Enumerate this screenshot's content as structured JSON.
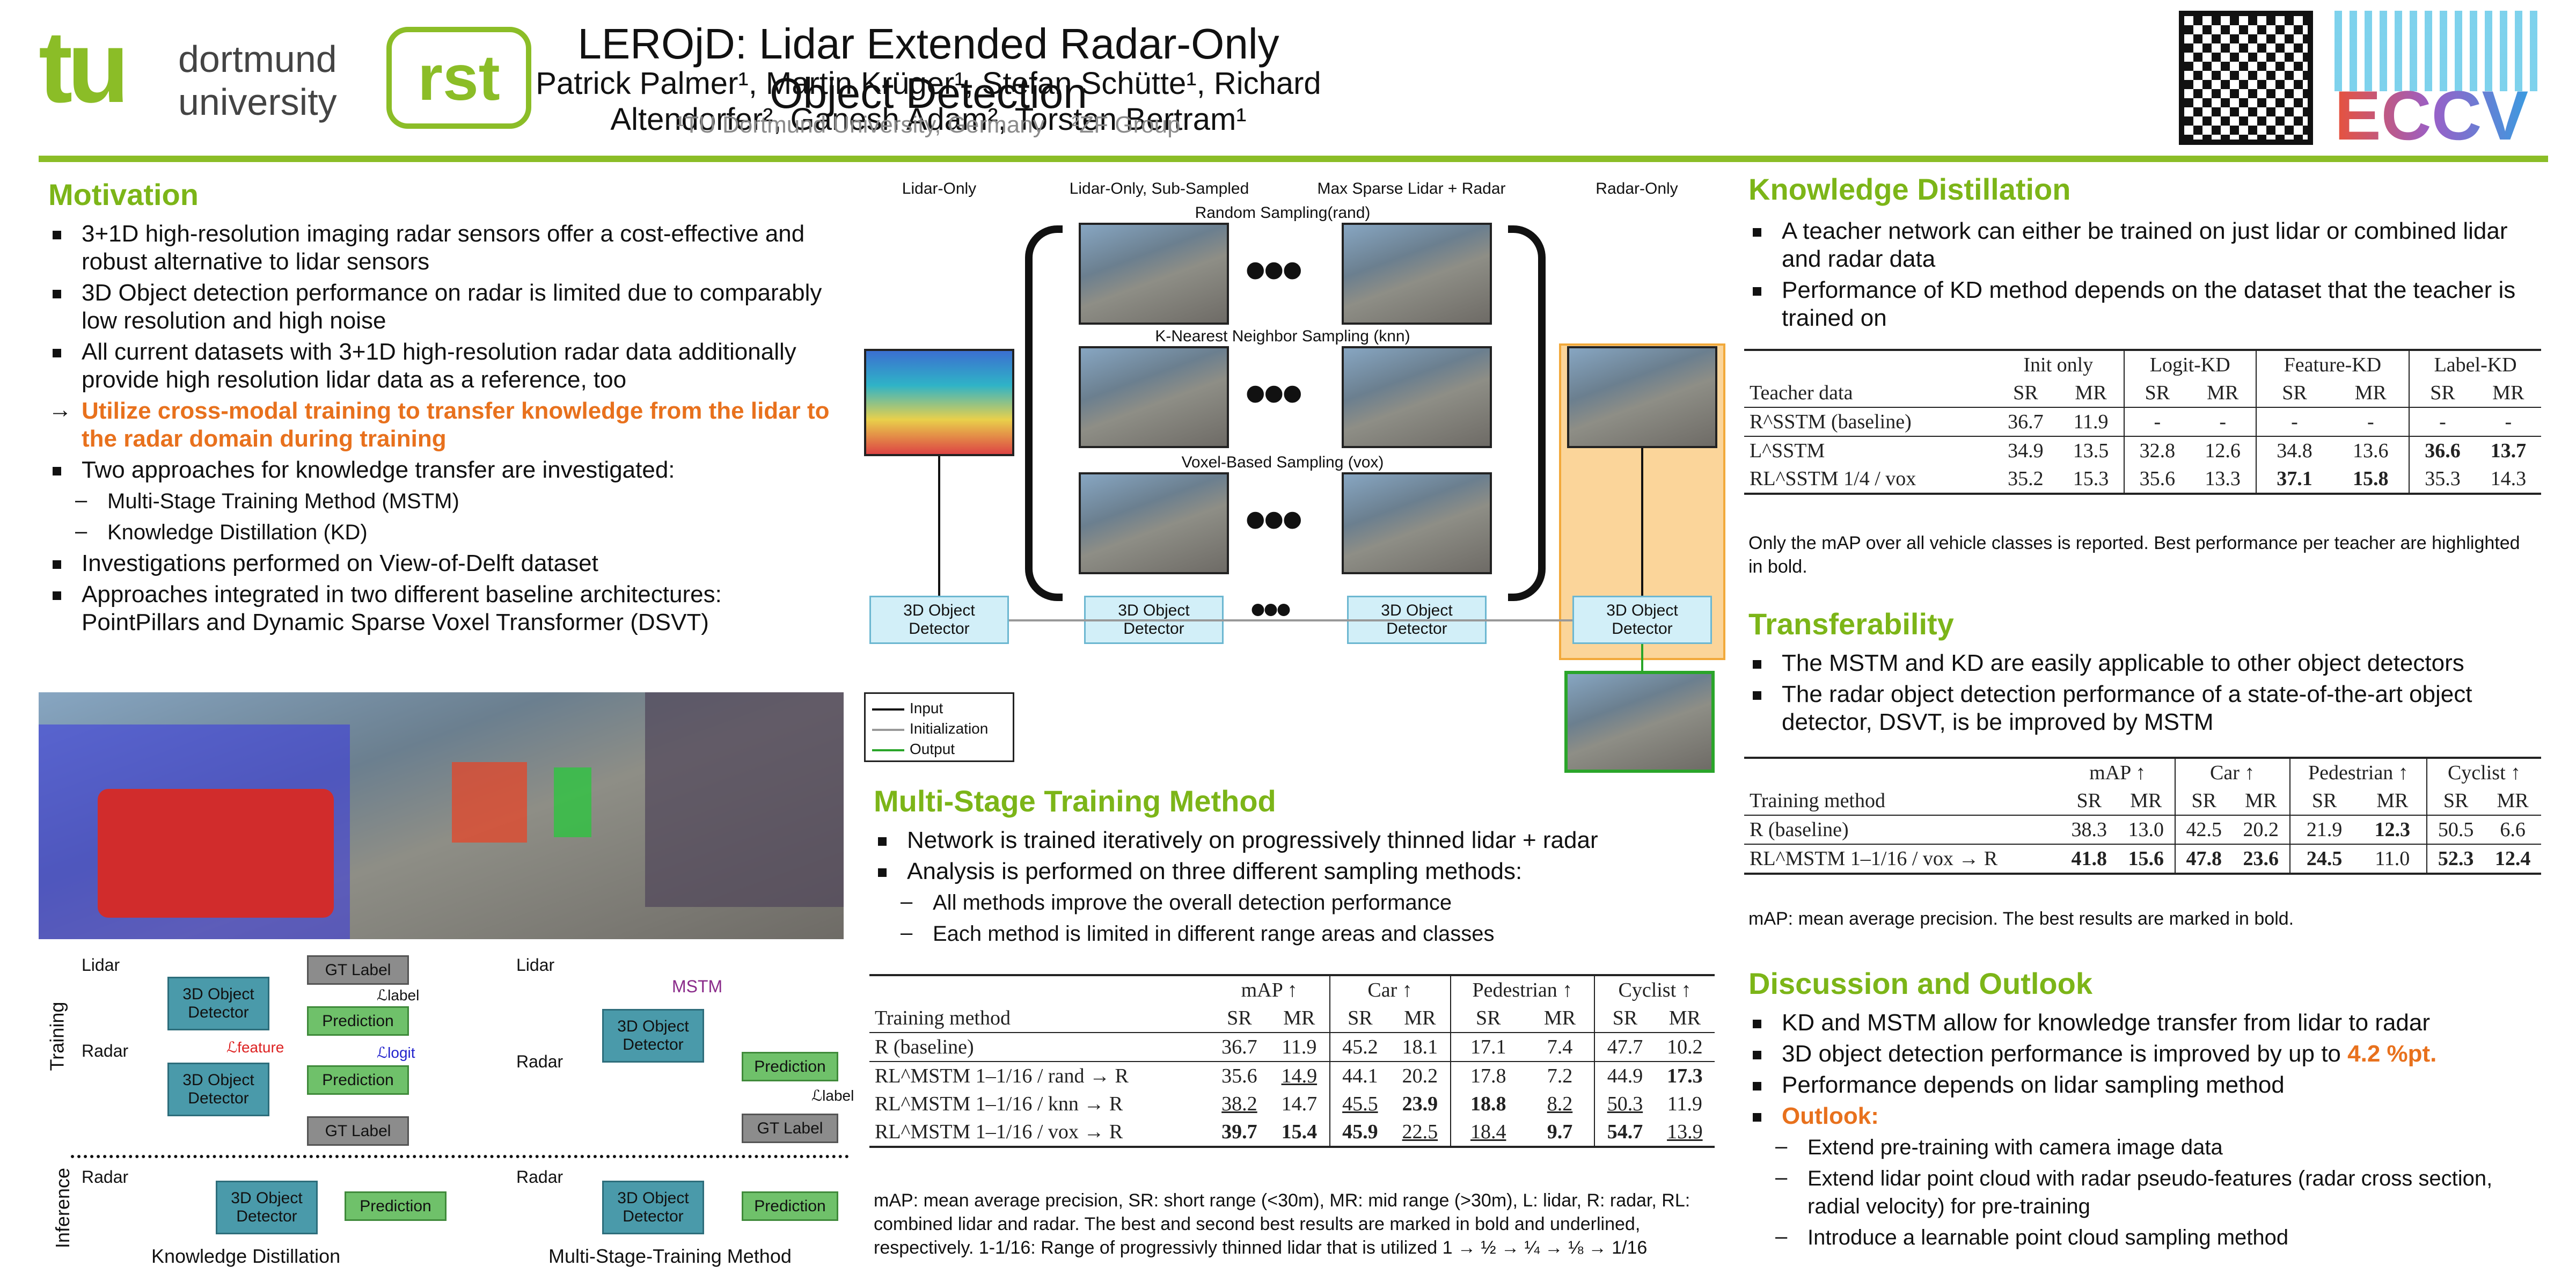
{
  "header": {
    "logo_tu": "tu",
    "logo_dortmund": "dortmund",
    "logo_university": "university",
    "logo_rst": "rst",
    "logo_eccv": "ECCV",
    "title": "LEROjD: Lidar Extended Radar-Only Object Detection",
    "authors": "Patrick Palmer¹, Martin Krüger¹, Stefan Schütte¹, Richard Altendorfer², Ganesh Adam², Torsten Bertram¹",
    "affil1": "¹TU Dortmund University, Germany",
    "affil2": "²ZF Group"
  },
  "motivation": {
    "heading": "Motivation",
    "b1": "3+1D high-resolution imaging radar sensors offer a cost-effective and robust alternative to lidar sensors",
    "b2": "3D Object detection performance on radar is limited due to comparably low resolution and high noise",
    "b3": "All current datasets with 3+1D high-resolution radar data additionally provide high resolution lidar data as a reference, too",
    "b4": "Utilize cross-modal training to transfer knowledge from the lidar to the radar domain during training",
    "b5": "Two approaches for knowledge transfer are investigated:",
    "s1": "Multi-Stage Training Method (MSTM)",
    "s2": "Knowledge Distillation (KD)",
    "b6": "Investigations performed on View-of-Delft dataset",
    "b7": "Approaches integrated in two different baseline architectures: PointPillars and Dynamic Sparse Voxel Transformer (DSVT)"
  },
  "diagram": {
    "lidar": "Lidar",
    "radar": "Radar",
    "training": "Training",
    "inference": "Inference",
    "detector": "3D Object Detector",
    "prediction": "Prediction",
    "gt_label": "GT Label",
    "l_label": "ℒlabel",
    "l_feature": "ℒfeature",
    "l_logit": "ℒlogit",
    "mstm": "MSTM",
    "kd_caption": "Knowledge Distillation",
    "mstm_caption": "Multi-Stage-Training Method"
  },
  "pipeline": {
    "col1": "Lidar-Only",
    "col2": "Lidar-Only, Sub-Sampled",
    "col3": "Max Sparse Lidar + Radar",
    "col4": "Radar-Only",
    "rand": "Random Sampling(rand)",
    "knn": "K-Nearest Neighbor Sampling (knn)",
    "vox": "Voxel-Based Sampling (vox)",
    "dots": "•••",
    "detector": "3D Object Detector",
    "legend_input": "Input",
    "legend_init": "Initialization",
    "legend_output": "Output"
  },
  "mstm": {
    "heading": "Multi-Stage Training Method",
    "b1": "Network is trained iteratively on progressively thinned lidar + radar",
    "b2": "Analysis is performed on three different sampling methods:",
    "s1": "All methods improve the overall detection performance",
    "s2": "Each method is limited in different range areas and classes",
    "table": {
      "groups": [
        "mAP ↑",
        "Car ↑",
        "Pedestrian ↑",
        "Cyclist ↑"
      ],
      "col0": "Training method",
      "sr": "SR",
      "mr": "MR",
      "rows": [
        {
          "name": "R (baseline)",
          "v": [
            "36.7",
            "11.9",
            "45.2",
            "18.1",
            "17.1",
            "7.4",
            "47.7",
            "10.2"
          ]
        },
        {
          "name": "RL^MSTM 1–1/16 / rand → R",
          "v": [
            "35.6",
            "14.9",
            "44.1",
            "20.2",
            "17.8",
            "7.2",
            "44.9",
            "17.3"
          ]
        },
        {
          "name": "RL^MSTM 1–1/16 / knn → R",
          "v": [
            "38.2",
            "14.7",
            "45.5",
            "23.9",
            "18.8",
            "8.2",
            "50.3",
            "11.9"
          ]
        },
        {
          "name": "RL^MSTM 1–1/16 / vox → R",
          "v": [
            "39.7",
            "15.4",
            "45.9",
            "22.5",
            "18.4",
            "9.7",
            "54.7",
            "13.9"
          ]
        }
      ]
    },
    "note": "mAP: mean average precision, SR: short range (<30m), MR: mid range (>30m), L: lidar, R: radar, RL: combined lidar and radar. The best and second best results are marked in bold and underlined, respectively. 1-1/16: Range of progressivly thinned lidar that is utilized 1 → ½ → ¼ → ⅛ → 1/16"
  },
  "kd": {
    "heading": "Knowledge Distillation",
    "b1": "A teacher network can either be trained on just lidar or combined lidar and radar data",
    "b2": "Performance of KD method depends on the dataset that the teacher is trained on",
    "table": {
      "groups": [
        "Init only",
        "Logit-KD",
        "Feature-KD",
        "Label-KD"
      ],
      "col0": "Teacher data",
      "sr": "SR",
      "mr": "MR",
      "rows": [
        {
          "name": "R^SSTM (baseline)",
          "v": [
            "36.7",
            "11.9",
            "-",
            "-",
            "-",
            "-",
            "-",
            "-"
          ]
        },
        {
          "name": "L^SSTM",
          "v": [
            "34.9",
            "13.5",
            "32.8",
            "12.6",
            "34.8",
            "13.6",
            "36.6",
            "13.7"
          ]
        },
        {
          "name": "RL^SSTM 1/4 / vox",
          "v": [
            "35.2",
            "15.3",
            "35.6",
            "13.3",
            "37.1",
            "15.8",
            "35.3",
            "14.3"
          ]
        }
      ]
    },
    "note": "Only the mAP over all vehicle classes is reported. Best performance per teacher are highlighted in bold."
  },
  "transfer": {
    "heading": "Transferability",
    "b1": "The MSTM and KD are easily applicable to other object detectors",
    "b2": "The radar object detection performance of a state-of-the-art object detector, DSVT, is be improved by MSTM",
    "table": {
      "groups": [
        "mAP ↑",
        "Car ↑",
        "Pedestrian ↑",
        "Cyclist ↑"
      ],
      "col0": "Training method",
      "sr": "SR",
      "mr": "MR",
      "rows": [
        {
          "name": "R (baseline)",
          "v": [
            "38.3",
            "13.0",
            "42.5",
            "20.2",
            "21.9",
            "12.3",
            "50.5",
            "6.6"
          ]
        },
        {
          "name": "RL^MSTM 1–1/16 / vox → R",
          "v": [
            "41.8",
            "15.6",
            "47.8",
            "23.6",
            "24.5",
            "11.0",
            "52.3",
            "12.4"
          ]
        }
      ]
    },
    "note": "mAP: mean average precision. The best results are marked in bold."
  },
  "discussion": {
    "heading": "Discussion and Outlook",
    "b1": "KD and MSTM allow for knowledge transfer from lidar to radar",
    "b2": "3D object detection performance is improved by up to",
    "b2_hl": "4.2 %pt.",
    "b3": "Performance depends on lidar sampling method",
    "b4": "Outlook:",
    "s1": "Extend pre-training with camera image data",
    "s2": "Extend lidar point cloud with radar pseudo-features (radar cross section, radial velocity) for pre-training",
    "s3": "Introduce a learnable point cloud sampling method"
  },
  "colors": {
    "accent": "#7cb518",
    "highlight": "#e8711d",
    "radar_box": "#fbd59a",
    "detector": "#d2eff8"
  }
}
